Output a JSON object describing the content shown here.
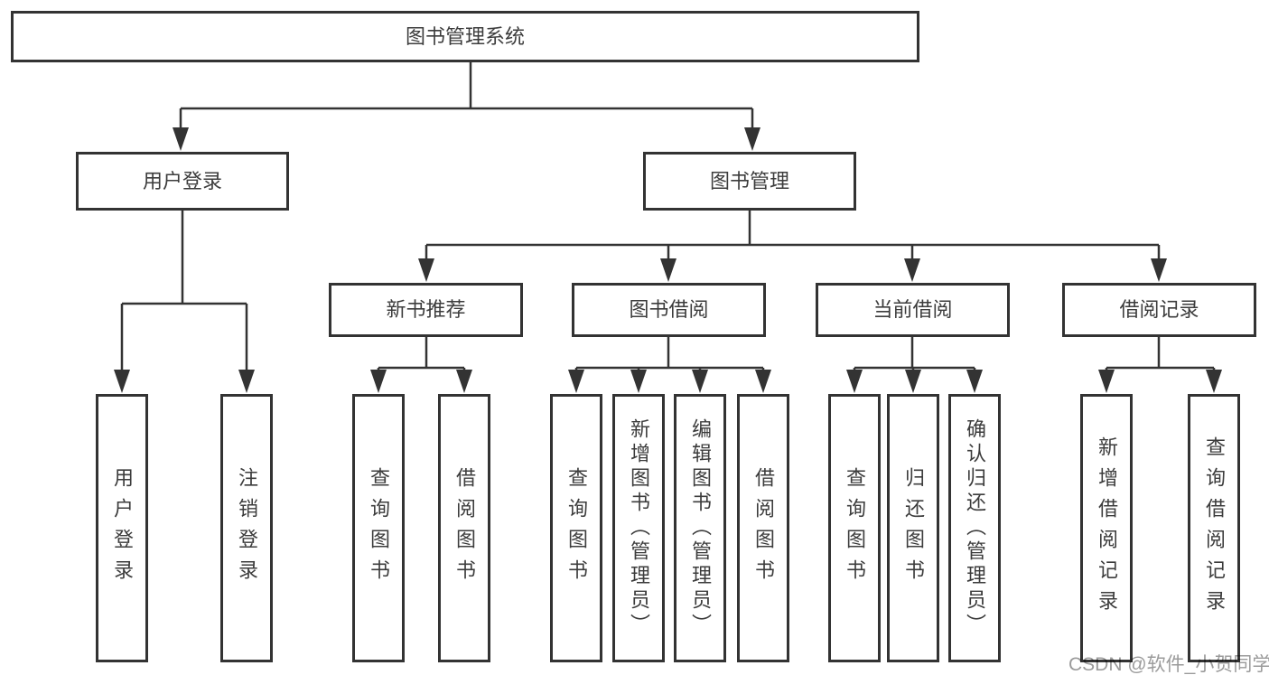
{
  "tree": {
    "label": "图书管理系统",
    "children": [
      {
        "label": "用户登录",
        "children": [
          {
            "label": "用户登录"
          },
          {
            "label": "注销登录"
          }
        ]
      },
      {
        "label": "图书管理",
        "children": [
          {
            "label": "新书推荐",
            "children": [
              {
                "label": "查询图书"
              },
              {
                "label": "借阅图书"
              }
            ]
          },
          {
            "label": "图书借阅",
            "children": [
              {
                "label": "查询图书"
              },
              {
                "label": "新增图书（管理员）"
              },
              {
                "label": "编辑图书（管理员）"
              },
              {
                "label": "借阅图书"
              }
            ]
          },
          {
            "label": "当前借阅",
            "children": [
              {
                "label": "查询图书"
              },
              {
                "label": "归还图书"
              },
              {
                "label": "确认归还（管理员）"
              }
            ]
          },
          {
            "label": "借阅记录",
            "children": [
              {
                "label": "新增借阅记录"
              },
              {
                "label": "查询借阅记录"
              }
            ]
          }
        ]
      }
    ]
  },
  "watermark": {
    "text": "CSDN @软件_小贺同学"
  },
  "colors": {
    "line": "#333333",
    "box_border": "#333333",
    "text": "#3c3c3c",
    "background": "#ffffff",
    "watermark": "#9b9b9b"
  }
}
